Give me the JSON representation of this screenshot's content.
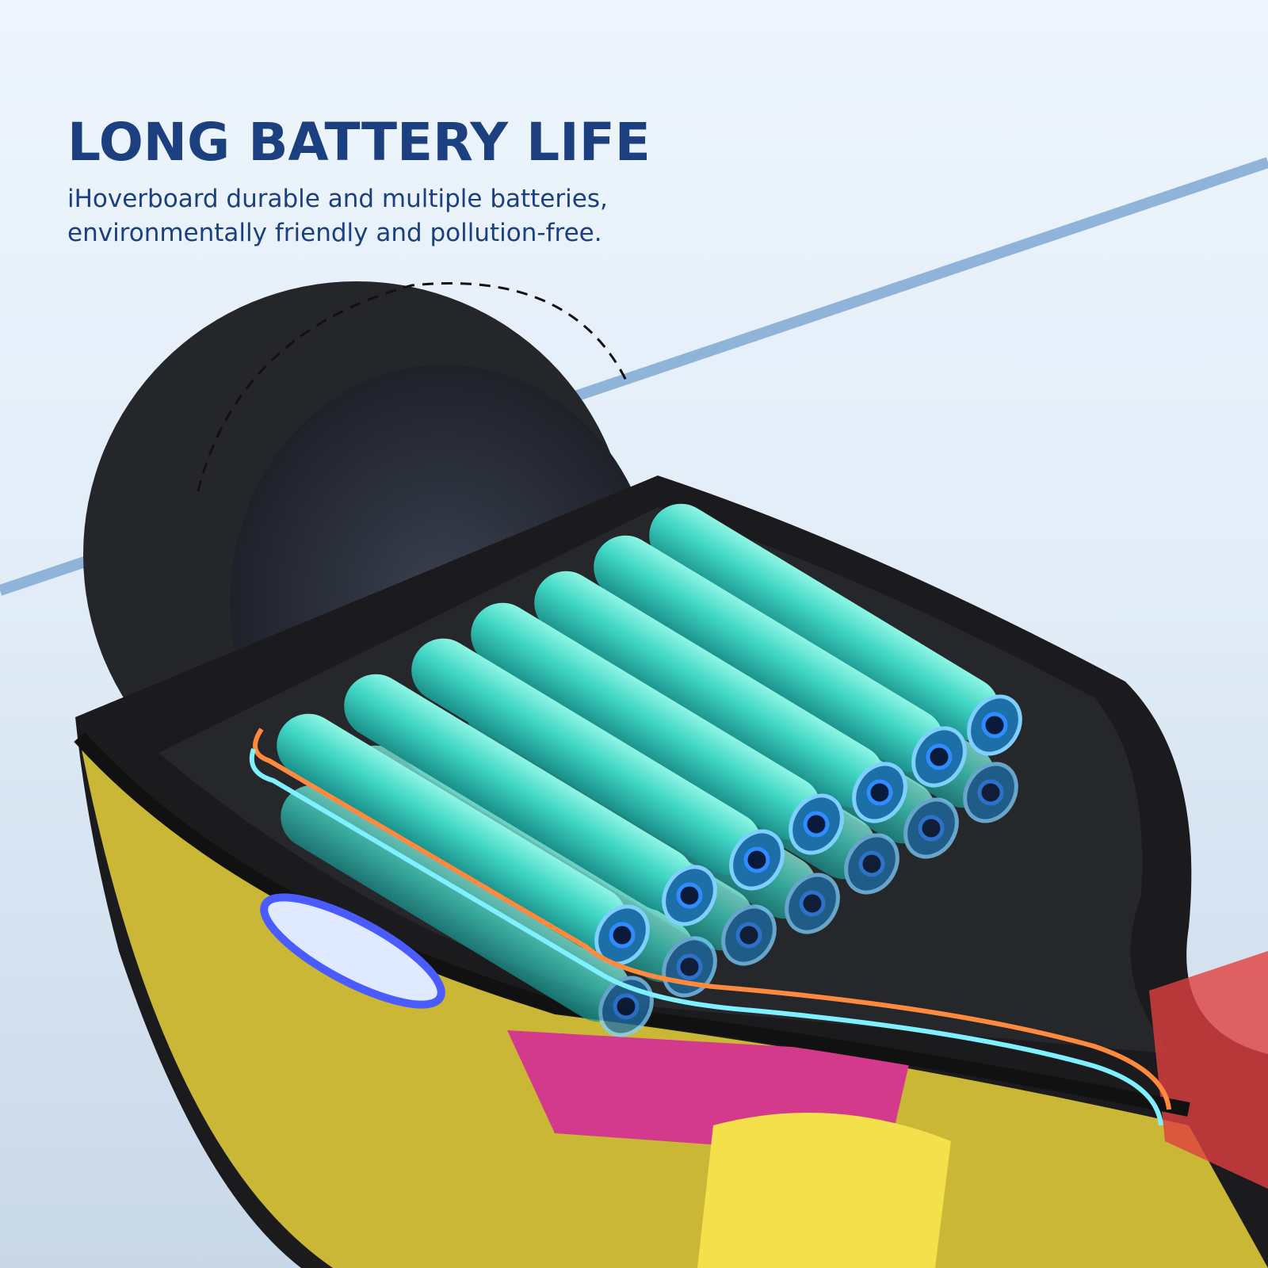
{
  "headline": "LONG BATTERY LIFE",
  "subtitle_lines": [
    "iHoverboard durable and multiple batteries,",
    "environmentally friendly and pollution-free."
  ],
  "colors": {
    "headline": "#1c3f7f",
    "battery": "#3fd6c4",
    "battery_glow": "#2f8cff",
    "wire_orange": "#ff8a3d",
    "wire_cyan": "#7ff0ff",
    "accent_line": "#8fb3d9"
  },
  "icons": [
    "hoverboard-illustration"
  ]
}
